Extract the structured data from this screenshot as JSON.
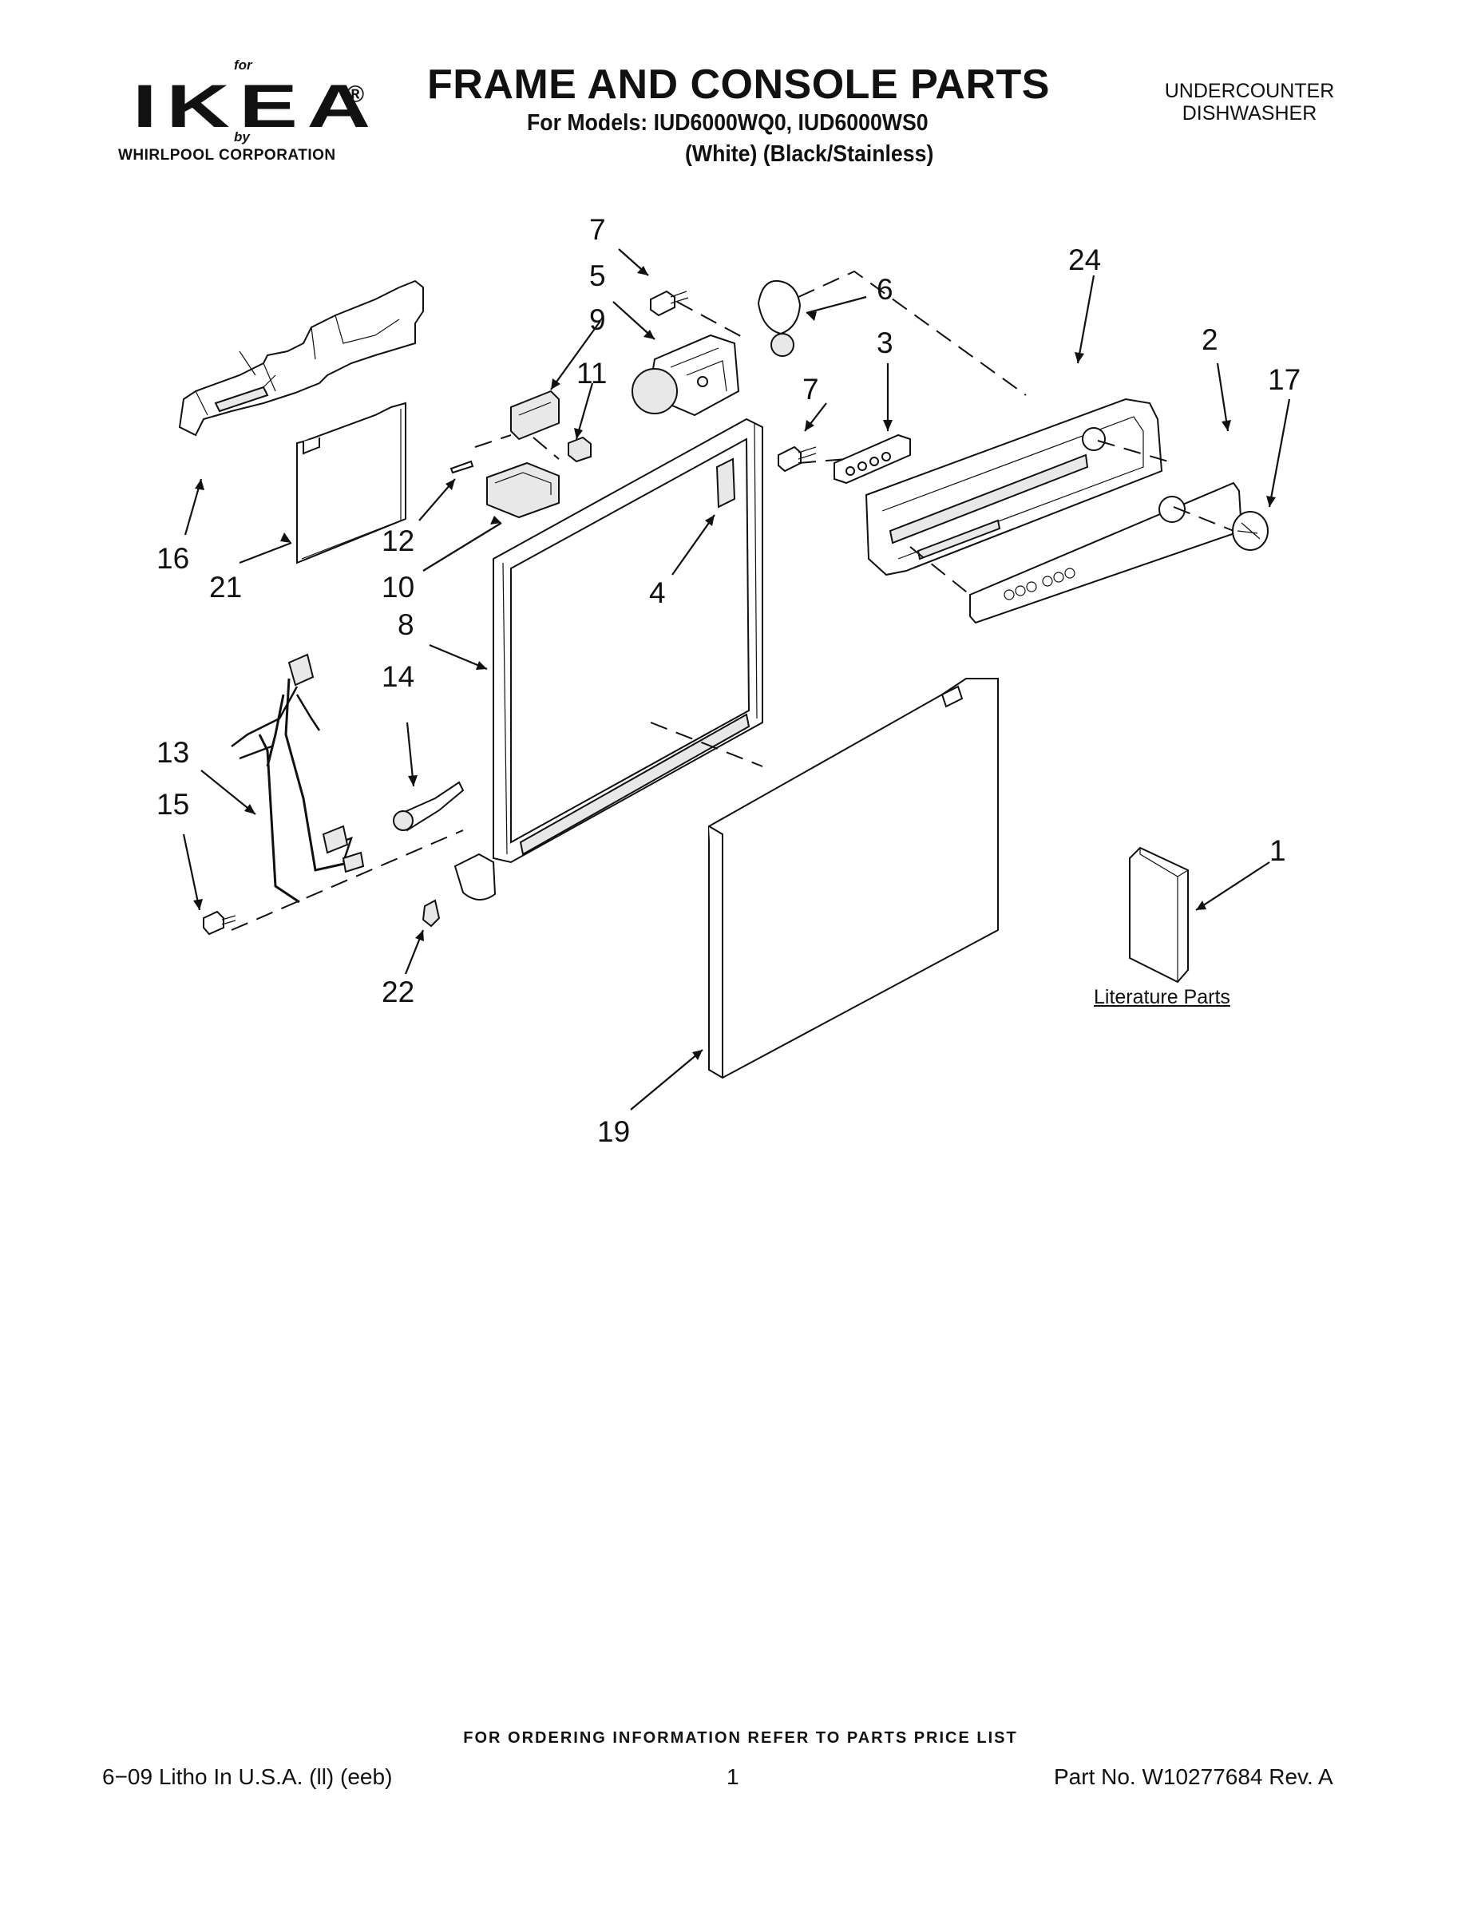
{
  "header": {
    "brand_for": "for",
    "brand_name": "IKEA",
    "brand_reg": "®",
    "brand_by": "by",
    "brand_corp": "WHIRLPOOL CORPORATION",
    "title": "FRAME AND CONSOLE PARTS",
    "models_line": "For Models: IUD6000WQ0, IUD6000WS0",
    "variants_line": "(White)   (Black/Stainless)",
    "category_line1": "UNDERCOUNTER",
    "category_line2": "DISHWASHER"
  },
  "diagram": {
    "callouts": {
      "c1": "1",
      "c2": "2",
      "c3": "3",
      "c4": "4",
      "c5": "5",
      "c6": "6",
      "c7a": "7",
      "c7b": "7",
      "c8": "8",
      "c9": "9",
      "c10": "10",
      "c11": "11",
      "c12": "12",
      "c13": "13",
      "c14": "14",
      "c15": "15",
      "c16": "16",
      "c17": "17",
      "c19": "19",
      "c21": "21",
      "c22": "22",
      "c24": "24"
    },
    "literature_label": "Literature Parts"
  },
  "footer": {
    "ordering_note": "FOR ORDERING INFORMATION REFER TO PARTS PRICE LIST",
    "litho": "6−09 Litho In U.S.A. (ll) (eeb)",
    "page_number": "1",
    "part_number": "Part No. W10277684 Rev. A"
  }
}
